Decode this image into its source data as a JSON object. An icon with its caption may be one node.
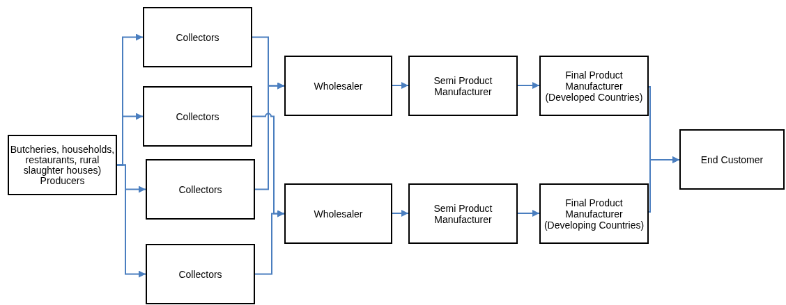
{
  "diagram": {
    "nodes": [
      {
        "text": [
          "Butcheries, households, restaurants, rural slaughter houses) Producers"
        ]
      },
      {
        "text": [
          "Collectors"
        ]
      },
      {
        "text": [
          "Collectors"
        ]
      },
      {
        "text": [
          "Collectors"
        ]
      },
      {
        "text": [
          "Collectors"
        ]
      },
      {
        "text": [
          "Wholesaler"
        ]
      },
      {
        "text": [
          "Semi Product Manufacturer"
        ]
      },
      {
        "text": [
          "Final Product Manufacturer (Developed Countries)"
        ]
      },
      {
        "text": [
          "Wholesaler"
        ]
      },
      {
        "text": [
          "Semi Product Manufacturer"
        ]
      },
      {
        "text": [
          "Final Product Manufacturer (Developing Countries)"
        ]
      },
      {
        "text": [
          "End Customer"
        ]
      }
    ],
    "edges": [
      {
        "from": 0,
        "to": 1,
        "arrow": "to"
      },
      {
        "from": 0,
        "to": 2,
        "arrow": "to"
      },
      {
        "from": 0,
        "to": 3,
        "arrow": "to"
      },
      {
        "from": 0,
        "to": 4,
        "arrow": "to"
      },
      {
        "from": 1,
        "to": 5,
        "arrow": "to"
      },
      {
        "from": 3,
        "to": 5,
        "arrow": "to"
      },
      {
        "from": 2,
        "to": 8,
        "arrow": "to"
      },
      {
        "from": 4,
        "to": 8,
        "arrow": "to"
      },
      {
        "from": 5,
        "to": 6,
        "arrow": "to"
      },
      {
        "from": 6,
        "to": 7,
        "arrow": "to"
      },
      {
        "from": 8,
        "to": 9,
        "arrow": "to"
      },
      {
        "from": 9,
        "to": 10,
        "arrow": "to"
      },
      {
        "from": 7,
        "to": 11,
        "arrow": "to"
      },
      {
        "from": 10,
        "to": 11,
        "arrow": "to"
      }
    ]
  }
}
